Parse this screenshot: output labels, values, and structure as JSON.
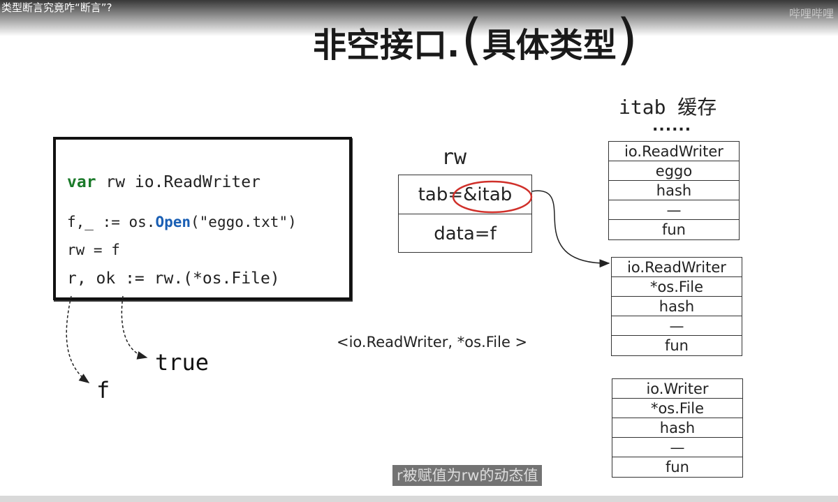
{
  "video": {
    "title": "类型断言究竟咋“断言”?",
    "watermark": "哔哩哔哩"
  },
  "slide": {
    "title_main": "非空接口.",
    "title_paren_open": "(",
    "title_sub": "具体类型",
    "title_paren_close": ")"
  },
  "code": {
    "line1_kw": "var",
    "line1_rest": " rw io.ReadWriter",
    "line2_pre": "f,_ := os.",
    "line2_kw": "Open",
    "line2_post": "(\"eggo.txt\")",
    "line3": "rw = f",
    "line4": "r, ok := rw.(*os.File)"
  },
  "results": {
    "r_value": "f",
    "ok_value": "true"
  },
  "rw": {
    "label": "rw",
    "tab": "tab=&itab",
    "data": "data=f"
  },
  "tuple": "<io.ReadWriter, *os.File >",
  "itab_cache": {
    "title": "itab 缓存",
    "dots": "......",
    "tables": [
      {
        "rows": [
          "io.ReadWriter",
          "eggo",
          "hash",
          "—",
          "fun"
        ]
      },
      {
        "rows": [
          "io.ReadWriter",
          "*os.File",
          "hash",
          "—",
          "fun"
        ]
      },
      {
        "rows": [
          "io.Writer",
          "*os.File",
          "hash",
          "—",
          "fun"
        ]
      }
    ]
  },
  "subtitle": "r被赋值为rw的动态值",
  "colors": {
    "keyword_green": "#1b7a2a",
    "keyword_blue": "#1a5fb4",
    "highlight_red": "#d0302a"
  }
}
